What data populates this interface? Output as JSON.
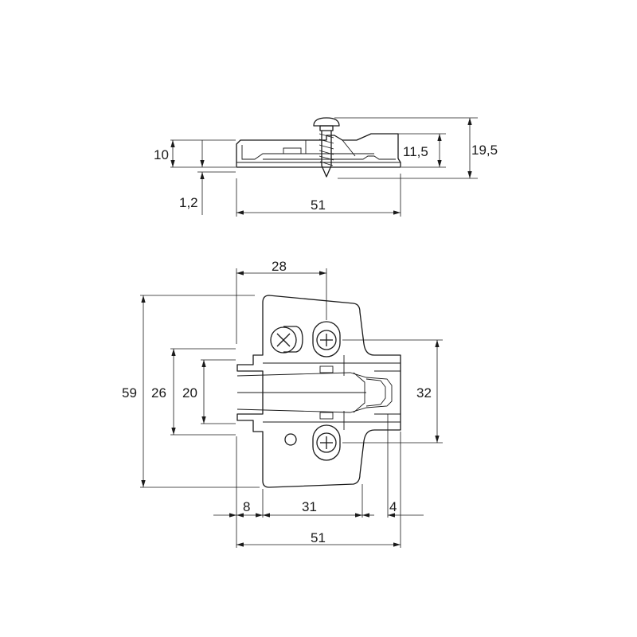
{
  "dimensions": {
    "side_height_10": "10",
    "side_plate_1_2": "1,2",
    "side_height_11_5": "11,5",
    "side_height_19_5": "19,5",
    "side_width_51": "51",
    "top_width_28": "28",
    "top_height_59": "59",
    "top_height_26": "26",
    "top_height_20": "20",
    "top_height_32": "32",
    "bottom_8": "8",
    "bottom_31": "31",
    "bottom_4": "4",
    "bottom_width_51": "51"
  }
}
